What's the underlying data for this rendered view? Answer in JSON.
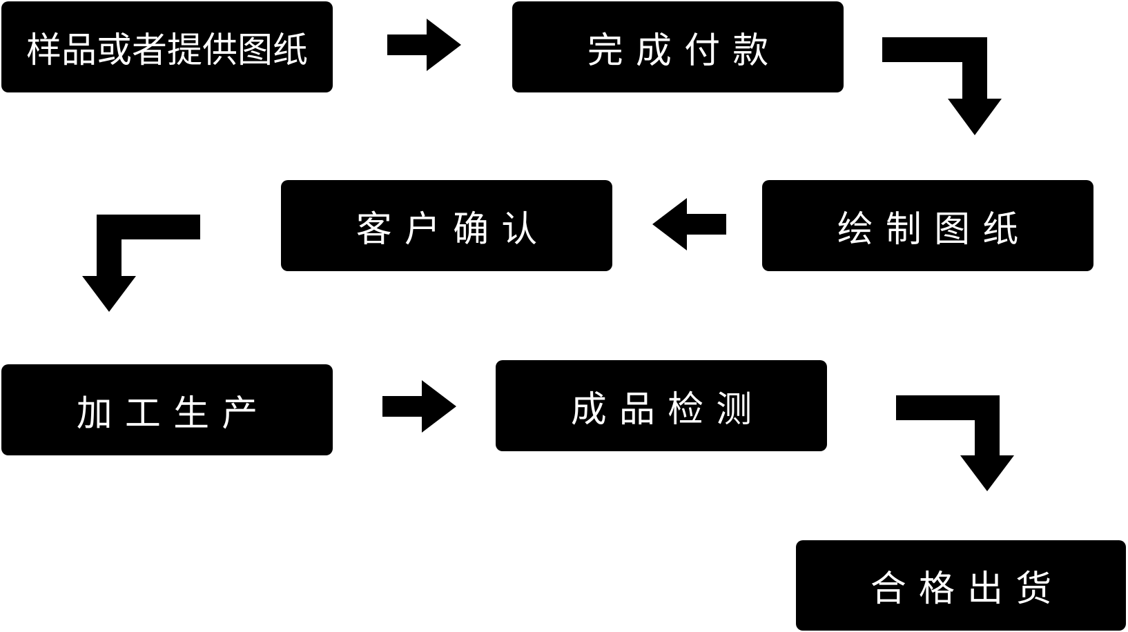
{
  "flow": {
    "colors": {
      "box_fill": "#000000",
      "box_text": "#ffffff",
      "arrow_fill": "#000000",
      "background": "#ffffff"
    },
    "steps": [
      {
        "label": "样品或者提供图纸"
      },
      {
        "label": "完成付款"
      },
      {
        "label": "绘制图纸"
      },
      {
        "label": "客户确认"
      },
      {
        "label": "加工生产"
      },
      {
        "label": "成品检测"
      },
      {
        "label": "合格出货"
      }
    ]
  }
}
